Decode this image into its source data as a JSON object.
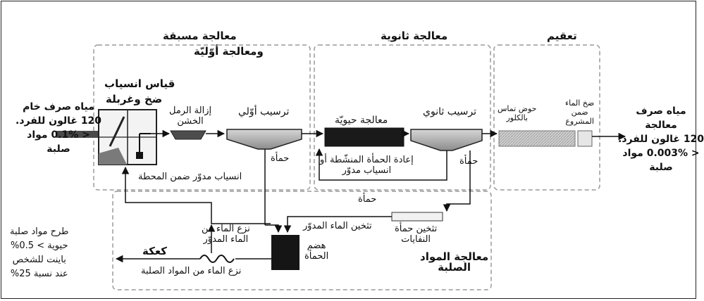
{
  "sections": {
    "preliminary_l1": "معالجة مسبقة",
    "preliminary_l2": "ومعالجة أوّليّة",
    "secondary": "معالجة ثانوية",
    "disinfection": "تعقيم",
    "solids_l1": "معالجة المواد",
    "solids_l2": "الصلبة"
  },
  "influent": {
    "l1": "مياه صرف خام",
    "l2": "120 غالون للفرد.",
    "l3": "< 0.1% مواد",
    "l4": "صلبة"
  },
  "steps": {
    "flow_meter": "قياس انسياب",
    "pump_screen": "ضخ وغربلة",
    "grit_l1": "إزالة الرمل",
    "grit_l2": "الخشن",
    "primary_settling": "ترسيب أوّلي",
    "sludge_primary": "حمأة",
    "biological": "معالجة حيويّة",
    "secondary_settling": "ترسيب ثانوي",
    "sludge_secondary": "حمأة",
    "return_l1": "إعادة الحمأة المنشّطة أو",
    "return_l2": "انسياب مدوّر",
    "chlorine_l1": "حوض تماس",
    "chlorine_l2": "بالكلور",
    "pump_l1": "ضخ الماء",
    "pump_l2": "ضمن",
    "pump_l3": "المشروع",
    "recycle_plant": "انسياب مدوّر ضمن المحطة",
    "sludge_bottom": "حمأة",
    "thicken_recycle": "تثخين الماء المدوّر",
    "thicken_waste_l1": "تثخين حمأة",
    "thicken_waste_l2": "النفايات",
    "digest_l1": "هضم",
    "digest_l2": "الحمأة",
    "dewater_recycle_l1": "نزع الماء من",
    "dewater_recycle_l2": "الماء المدوّر",
    "dewater_solids": "نزع الماء من المواد الصلبة",
    "cake": "كعكة"
  },
  "effluent": {
    "l1": "مياه صرف",
    "l2": "معالجة",
    "l3": "120 غالون للفرد.",
    "l4": "< 0.003% مواد",
    "l5": "صلبة"
  },
  "disposal": {
    "l1": "طرح مواد صلبة",
    "l2": "حيوية > 0.5%",
    "l3": "باينت للشخص",
    "l4": "عند نسبة 25%"
  }
}
